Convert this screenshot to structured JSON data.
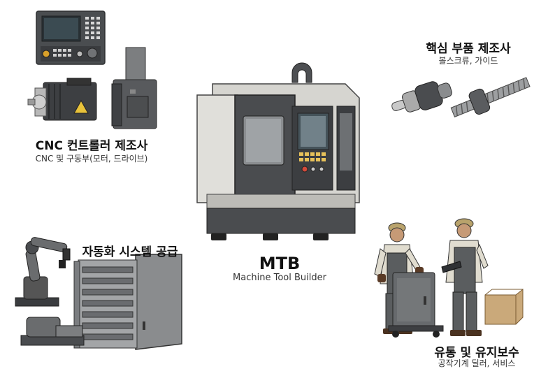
{
  "center": {
    "title": "MTB",
    "subtitle": "Machine Tool Builder"
  },
  "nodes": [
    {
      "id": "cnc",
      "title": "CNC 컨트롤러 제조사",
      "subtitle": "CNC 및 구동부(모터, 드라이브)"
    },
    {
      "id": "parts",
      "title": "핵심 부품 제조사",
      "subtitle": "볼스크류, 가이드"
    },
    {
      "id": "automation",
      "title": "자동화 시스템 공급",
      "subtitle": ""
    },
    {
      "id": "dist",
      "title": "유통 및 유지보수",
      "subtitle": "공작기계 딜러, 서비스"
    }
  ],
  "icons": {
    "cnc": [
      "cnc-controller-panel-icon",
      "servo-motor-icon",
      "servo-drive-icon"
    ],
    "parts": [
      "ball-screw-icon",
      "linear-guide-icon"
    ],
    "center": "machining-center-icon",
    "automation": [
      "robot-arm-icon",
      "pallet-rack-icon",
      "pallet-changer-icon"
    ],
    "dist": [
      "technician-icon",
      "dealer-with-tablet-icon",
      "service-cart-icon",
      "shipping-box-icon"
    ]
  }
}
